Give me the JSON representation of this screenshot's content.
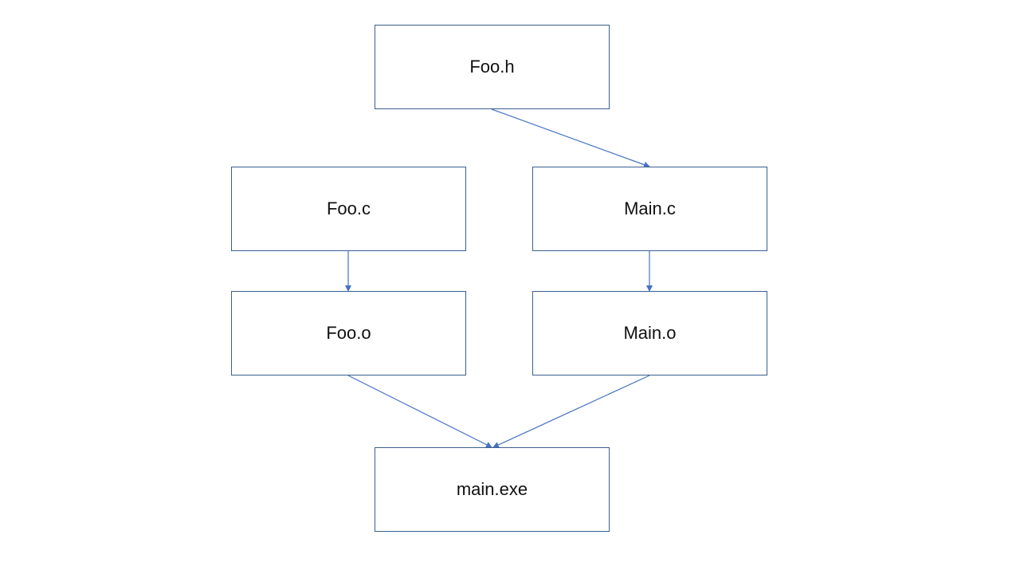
{
  "diagram": {
    "edge_color": "#4472c4",
    "border_color": "#3b5f8f",
    "nodes": {
      "foo_h": "Foo.h",
      "foo_c": "Foo.c",
      "main_c": "Main.c",
      "foo_o": "Foo.o",
      "main_o": "Main.o",
      "main_exe": "main.exe"
    },
    "edges": [
      {
        "from": "Foo.h",
        "to": "Main.c"
      },
      {
        "from": "Foo.c",
        "to": "Foo.o"
      },
      {
        "from": "Main.c",
        "to": "Main.o"
      },
      {
        "from": "Foo.o",
        "to": "main.exe"
      },
      {
        "from": "Main.o",
        "to": "main.exe"
      }
    ]
  }
}
